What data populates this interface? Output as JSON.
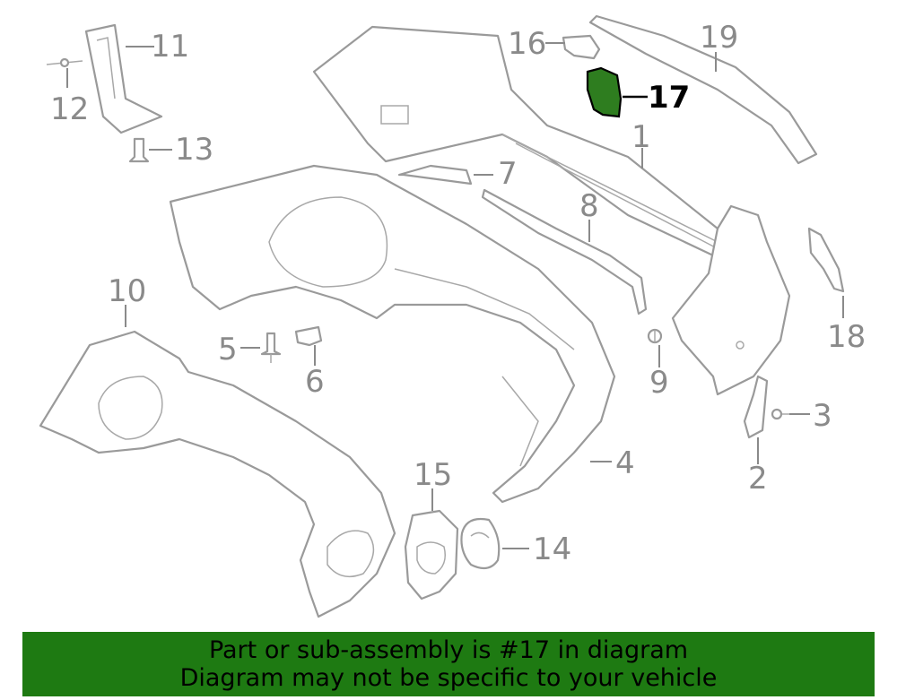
{
  "diagram": {
    "highlighted_part": "17",
    "callouts": [
      {
        "id": "1",
        "label": "1"
      },
      {
        "id": "2",
        "label": "2"
      },
      {
        "id": "3",
        "label": "3"
      },
      {
        "id": "4",
        "label": "4"
      },
      {
        "id": "5",
        "label": "5"
      },
      {
        "id": "6",
        "label": "6"
      },
      {
        "id": "7",
        "label": "7"
      },
      {
        "id": "8",
        "label": "8"
      },
      {
        "id": "9",
        "label": "9"
      },
      {
        "id": "10",
        "label": "10"
      },
      {
        "id": "11",
        "label": "11"
      },
      {
        "id": "12",
        "label": "12"
      },
      {
        "id": "13",
        "label": "13"
      },
      {
        "id": "14",
        "label": "14"
      },
      {
        "id": "15",
        "label": "15"
      },
      {
        "id": "16",
        "label": "16"
      },
      {
        "id": "17",
        "label": "17"
      },
      {
        "id": "18",
        "label": "18"
      },
      {
        "id": "19",
        "label": "19"
      }
    ]
  },
  "banner": {
    "line1": "Part or sub-assembly is #17 in diagram",
    "line2": "Diagram may not be specific to your vehicle",
    "color": "#1e7a12"
  },
  "colors": {
    "line_art": "#9a9a9a",
    "highlight_part": "#2e7d1f",
    "highlight_label": "#000000"
  }
}
